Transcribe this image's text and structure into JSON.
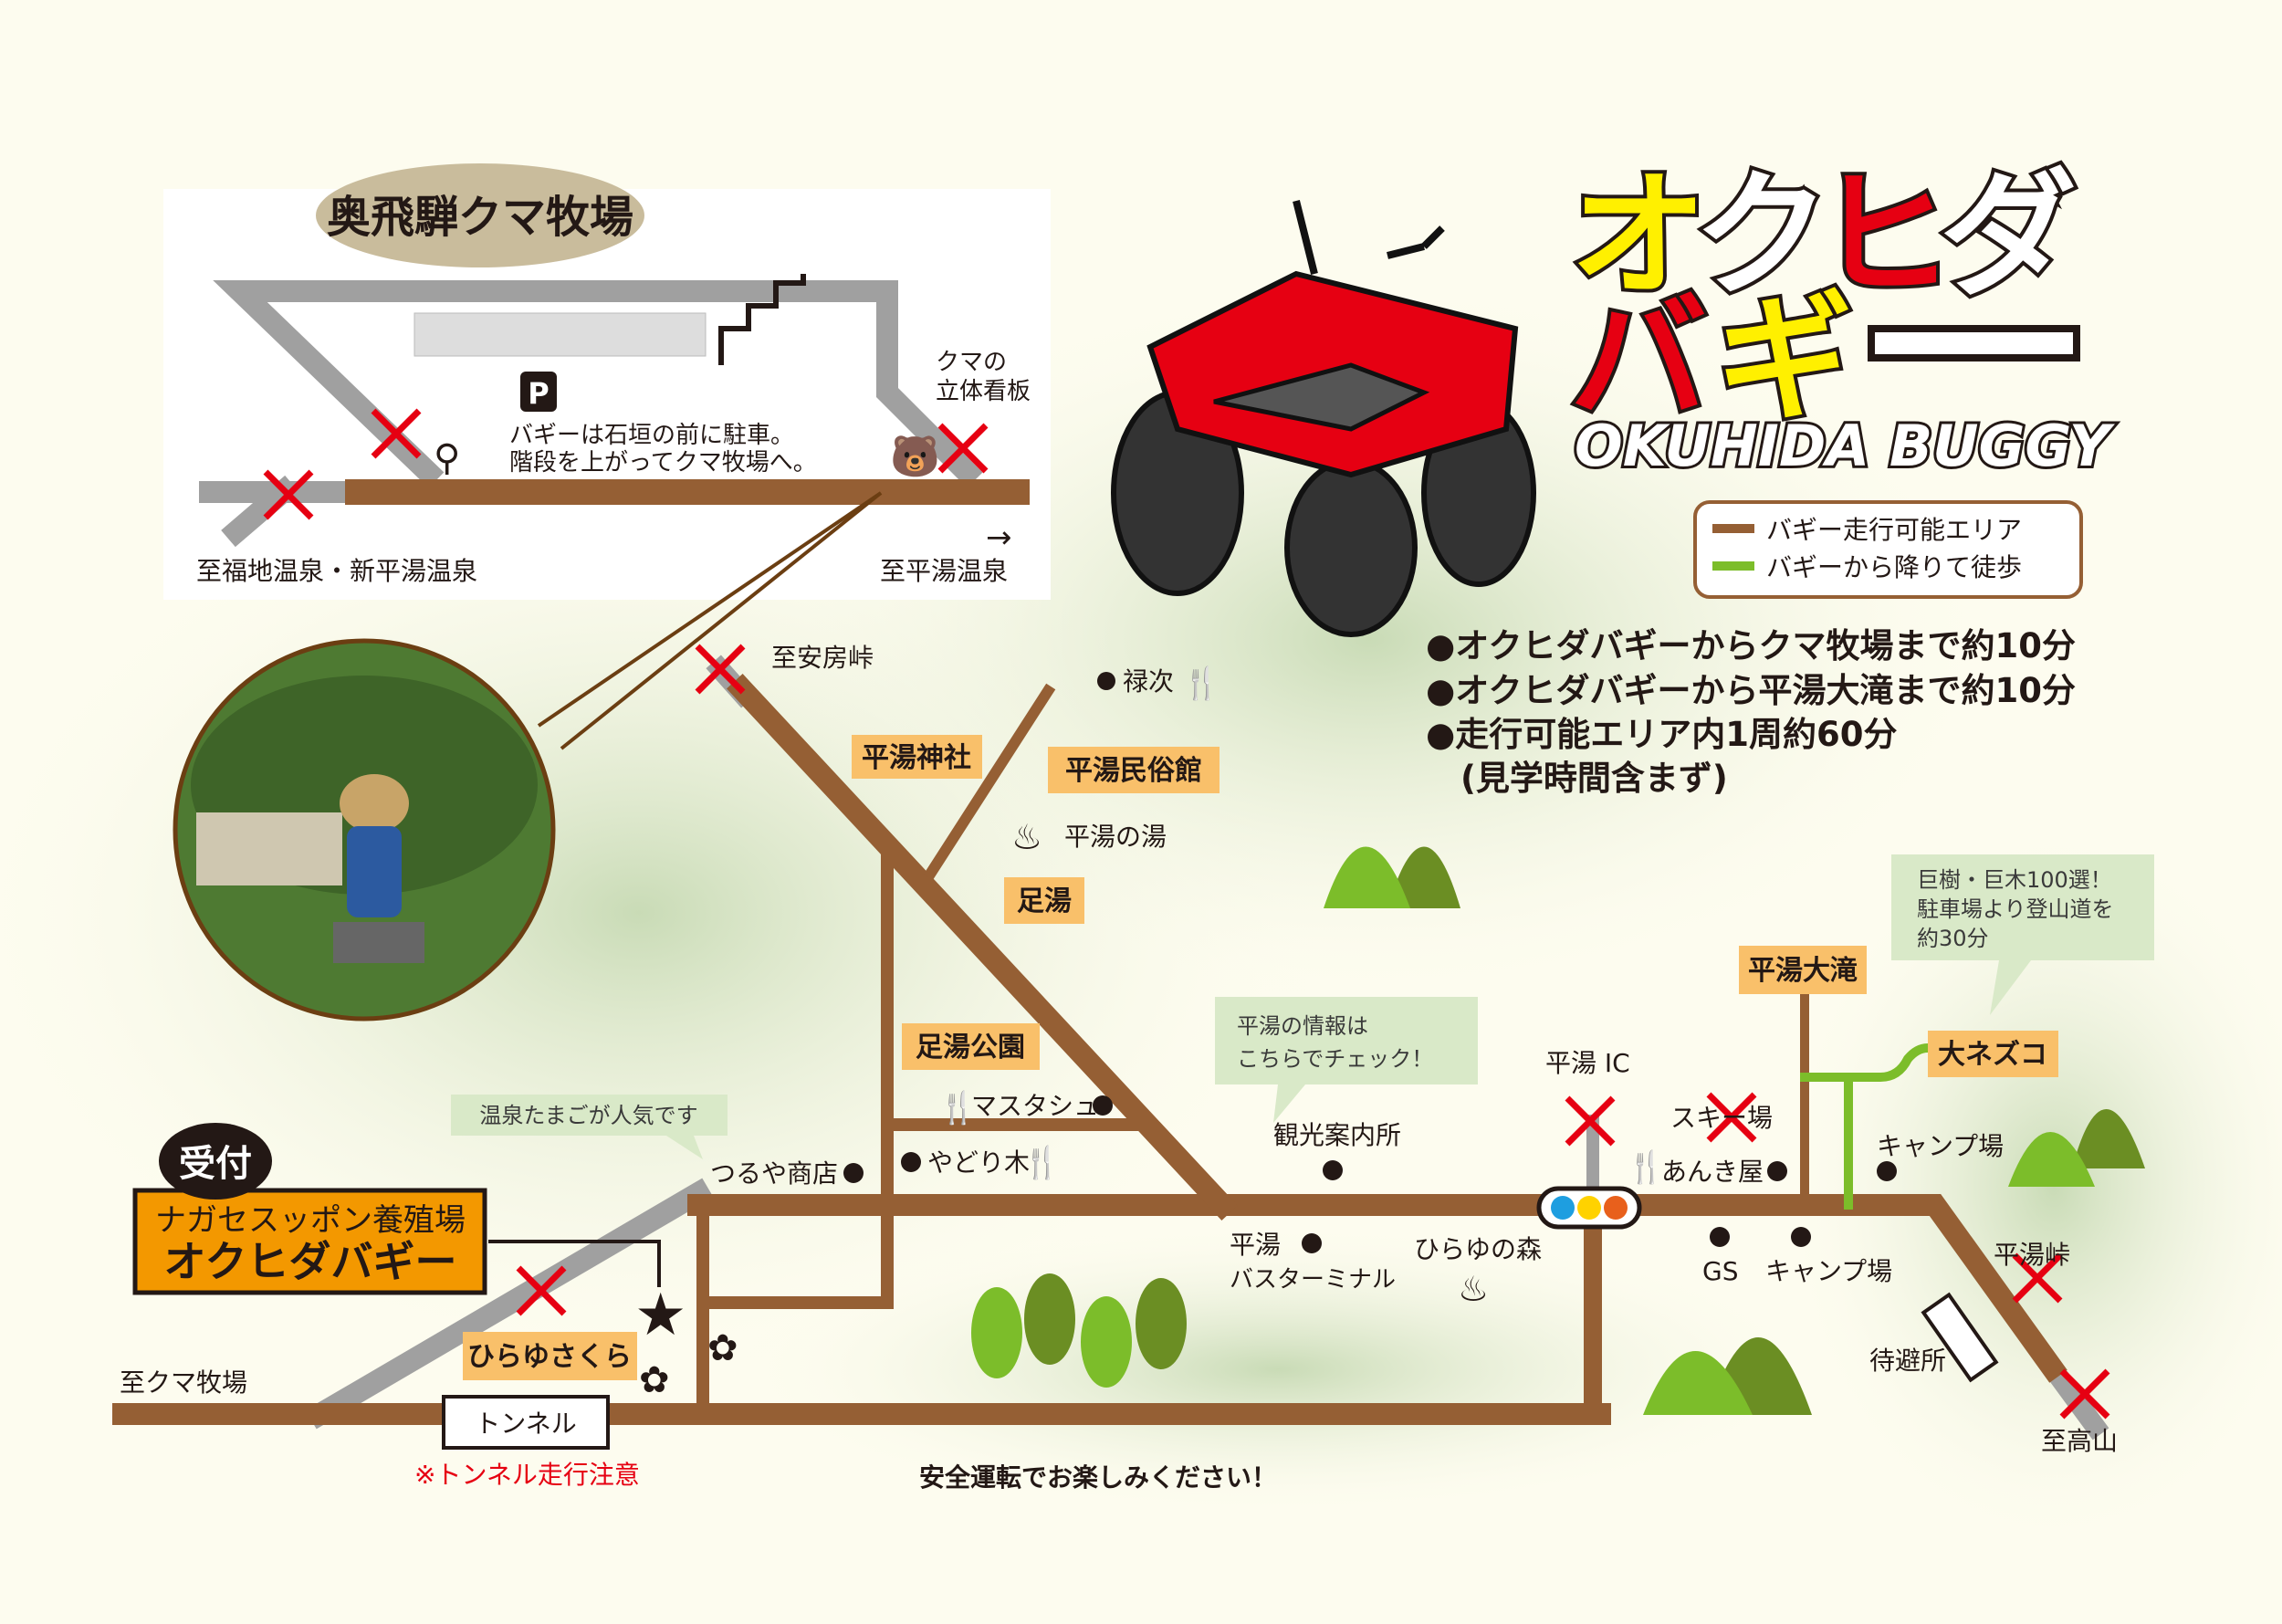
{
  "colors": {
    "road_buggy": "#955f34",
    "road_walk": "#7cbd2a",
    "road_other": "#a0a0a0",
    "label_bg": "#f9c06a",
    "reception_bg": "#f39800",
    "callout_bg": "#d9e9c8",
    "x_mark": "#e60012",
    "background": "#fdfcef"
  },
  "inset": {
    "title": "奥飛騨クマ牧場",
    "parking": "P",
    "note_line1": "バギーは石垣の前に駐車。",
    "note_line2": "階段を上がってクマ牧場へ。",
    "bear_sign_line1": "クマの",
    "bear_sign_line2": "立体看板",
    "to_left": "至福地温泉・新平湯温泉",
    "to_right": "至平湯温泉"
  },
  "logo": {
    "line1": "オクヒダ",
    "line2": "バギー",
    "english": "OKUHIDA BUGGY"
  },
  "legend": [
    {
      "label": "バギー走行可能エリア",
      "color": "#955f34"
    },
    {
      "label": "バギーから降りて徒歩",
      "color": "#7cbd2a"
    }
  ],
  "info": [
    "●オクヒダバギーからクマ牧場まで約10分",
    "●オクヒダバギーから平湯大滝まで約10分",
    "●走行可能エリア内1周約60分",
    "(見学時間含まず)"
  ],
  "places": {
    "hirayu_jinja": "平湯神社",
    "minzokukan": "平湯民俗館",
    "ashiyu": "足湯",
    "ashiyu_koen": "足湯公園",
    "otaki": "平湯大滝",
    "onezuko": "大ネズコ",
    "hirayu_sakura": "ひらゆさくら"
  },
  "spots": {
    "to_abo": "至安房峠",
    "rokuji": "禄次",
    "hirayu_no_yu": "平湯の湯",
    "masutashu": "マスタシュ",
    "tsuruya": "つるや商店",
    "yadorigi": "やどり木",
    "kanko": "観光案内所",
    "ic": "平湯 IC",
    "ski": "スキー場",
    "ankiya": "あんき屋",
    "camp1": "キャンプ場",
    "bus1": "平湯",
    "bus2": "バスターミナル",
    "hirayu_mori": "ひらゆの森",
    "gs": "GS",
    "camp2": "キャンプ場",
    "toge": "平湯峠",
    "taihi": "待避所",
    "to_takayama": "至高山",
    "to_kuma": "至クマ牧場",
    "tunnel": "トンネル",
    "tunnel_warn": "※トンネル走行注意",
    "safe": "安全運転でお楽しみください！"
  },
  "callouts": {
    "egg": "温泉たまごが人気です",
    "info1": "平湯の情報は",
    "info2": "こちらでチェック！",
    "tree1": "巨樹・巨木100選！",
    "tree2": "駐車場より登山道を",
    "tree3": "約30分"
  },
  "reception": {
    "badge": "受付",
    "line1": "ナガセスッポン養殖場",
    "line2": "オクヒダバギー"
  }
}
